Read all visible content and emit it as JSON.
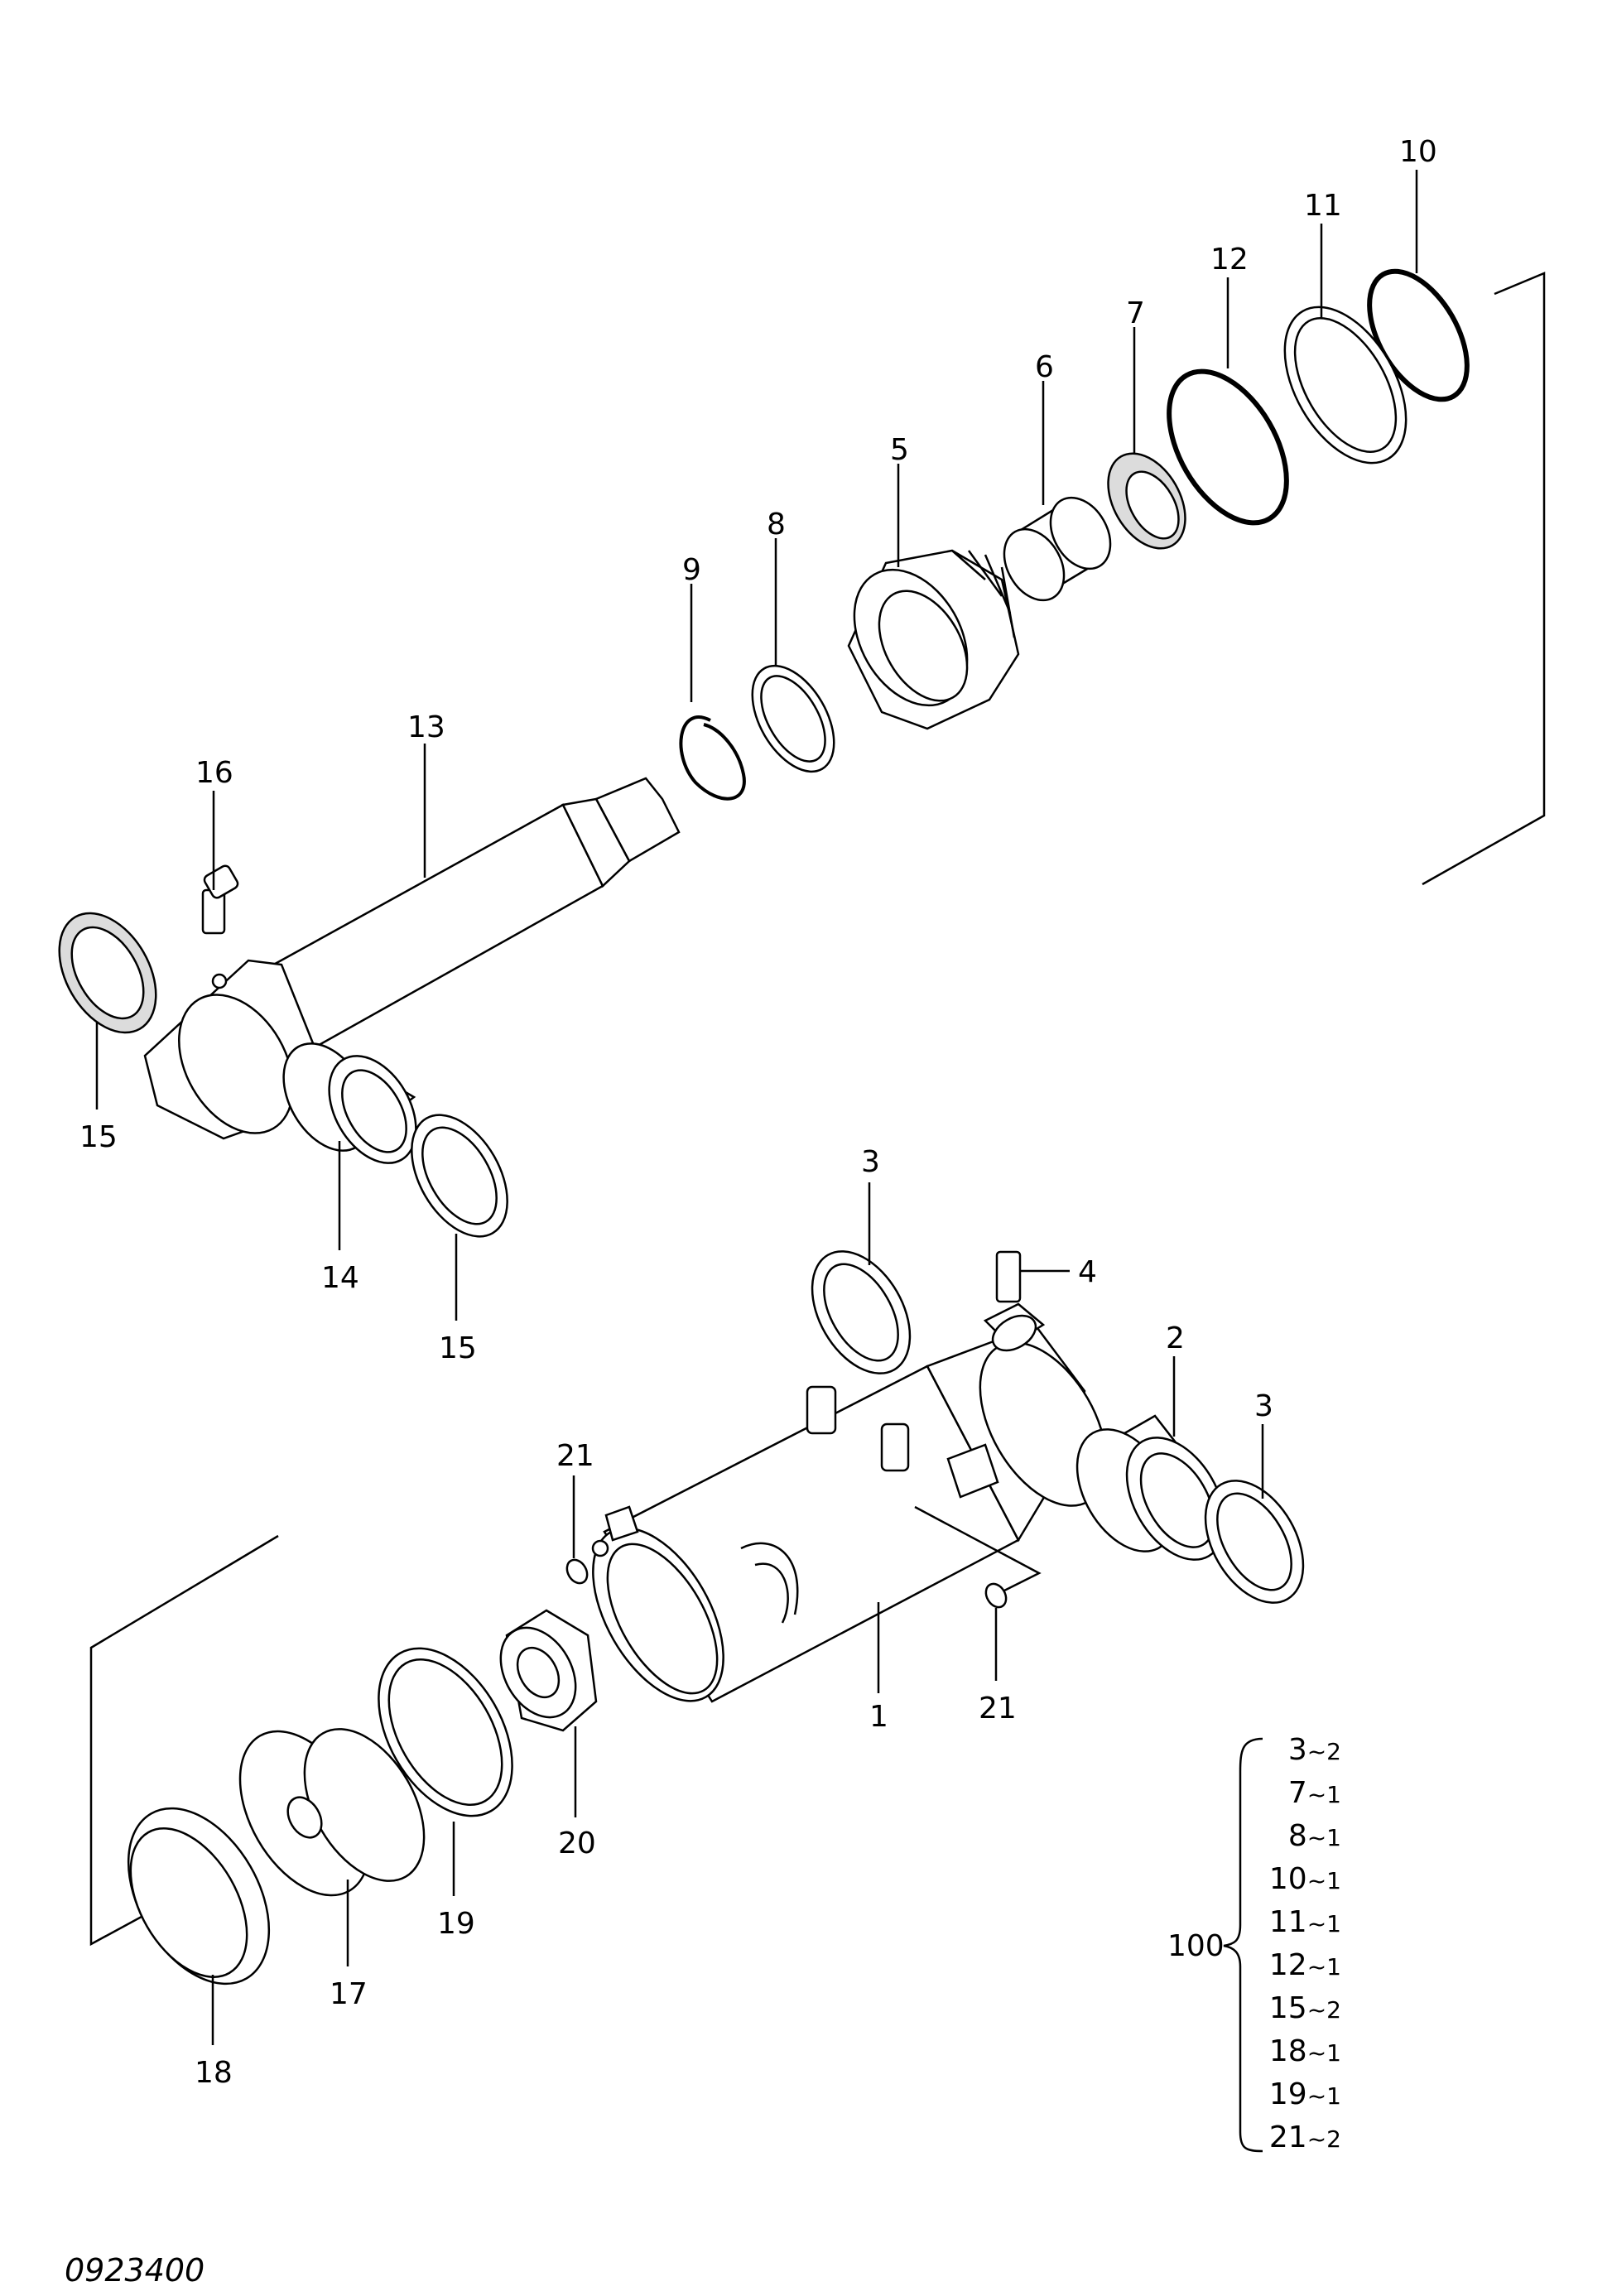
{
  "figure_code": "0923400",
  "callouts": {
    "c1": "1",
    "c2": "2",
    "c3a": "3",
    "c3b": "3",
    "c4": "4",
    "c5": "5",
    "c6": "6",
    "c7": "7",
    "c8": "8",
    "c9": "9",
    "c10": "10",
    "c11": "11",
    "c12": "12",
    "c13": "13",
    "c14": "14",
    "c15a": "15",
    "c15b": "15",
    "c16": "16",
    "c17": "17",
    "c18": "18",
    "c19": "19",
    "c20": "20",
    "c21a": "21",
    "c21b": "21"
  },
  "kit": {
    "label": "100",
    "items": [
      {
        "part": "3",
        "qty": "~2"
      },
      {
        "part": "7",
        "qty": "~1"
      },
      {
        "part": "8",
        "qty": "~1"
      },
      {
        "part": "10",
        "qty": "~1"
      },
      {
        "part": "11",
        "qty": "~1"
      },
      {
        "part": "12",
        "qty": "~1"
      },
      {
        "part": "15",
        "qty": "~2"
      },
      {
        "part": "18",
        "qty": "~1"
      },
      {
        "part": "19",
        "qty": "~1"
      },
      {
        "part": "21",
        "qty": "~2"
      }
    ]
  }
}
